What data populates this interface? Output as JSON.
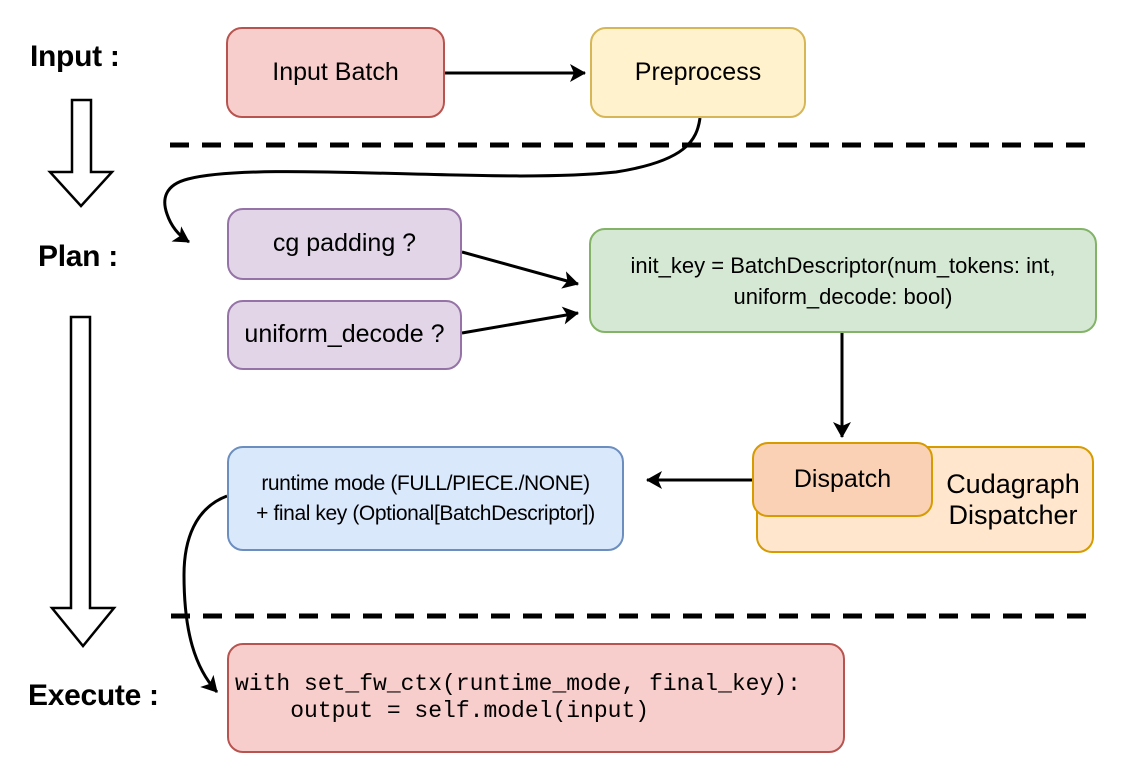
{
  "section_labels": {
    "input": "Input :",
    "plan": "Plan :",
    "execute": "Execute :"
  },
  "nodes": {
    "input_batch": {
      "label": "Input Batch",
      "fill": "#f8cecc",
      "stroke": "#b85450"
    },
    "preprocess": {
      "label": "Preprocess",
      "fill": "#fff2cc",
      "stroke": "#d6b656"
    },
    "cg_padding": {
      "label": "cg padding ?",
      "fill": "#e1d5e7",
      "stroke": "#9673a6"
    },
    "uniform_decode": {
      "label": "uniform_decode ?",
      "fill": "#e1d5e7",
      "stroke": "#9673a6"
    },
    "init_key": {
      "line1": "init_key = BatchDescriptor(num_tokens: int,",
      "line2": "uniform_decode: bool)",
      "fill": "#d5e8d4",
      "stroke": "#82b366"
    },
    "runtime_mode": {
      "line1": "runtime mode (FULL/PIECE./NONE)",
      "line2": "+ final key (Optional[BatchDescriptor])",
      "fill": "#dae8fc",
      "stroke": "#6c8ebf"
    },
    "dispatch": {
      "label": "Dispatch",
      "fill": "#fad1b4",
      "stroke": "#d79b00"
    },
    "cudagraph_dispatcher": {
      "line1": "Cudagraph",
      "line2": "Dispatcher",
      "fill": "#ffe6cc",
      "stroke": "#d79b00"
    },
    "execute_code": {
      "line1": "with set_fw_ctx(runtime_mode, final_key):",
      "line2": "    output = self.model(input)",
      "fill": "#f8cecc",
      "stroke": "#b85450"
    }
  },
  "connector_color": "#000000"
}
